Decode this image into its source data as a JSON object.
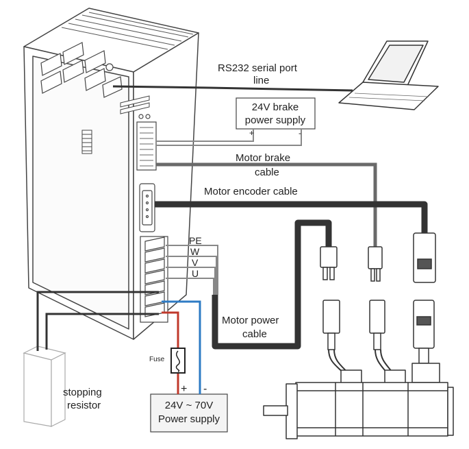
{
  "labels": {
    "rs232_line1": "RS232 serial port",
    "rs232_line2": "line",
    "brake_ps_line1": "24V brake",
    "brake_ps_line2": "power supply",
    "brake_plus": "+",
    "brake_minus": "-",
    "motor_brake_line1": "Motor brake",
    "motor_brake_line2": "cable",
    "motor_encoder": "Motor encoder cable",
    "terminal_pe": "PE",
    "terminal_w": "W",
    "terminal_v": "V",
    "terminal_u": "U",
    "motor_power_line1": "Motor power",
    "motor_power_line2": "cable",
    "fuse": "Fuse",
    "ps_plus": "+",
    "ps_minus": "-",
    "power_supply_line1": "24V ~ 70V",
    "power_supply_line2": "Power supply",
    "resistor_line1": "stopping",
    "resistor_line2": "resistor"
  },
  "colors": {
    "cable_dark": "#333333",
    "cable_gray": "#6a6a6a",
    "wire_red": "#c0392b",
    "wire_blue": "#2e7bc4",
    "outline": "#444444"
  }
}
